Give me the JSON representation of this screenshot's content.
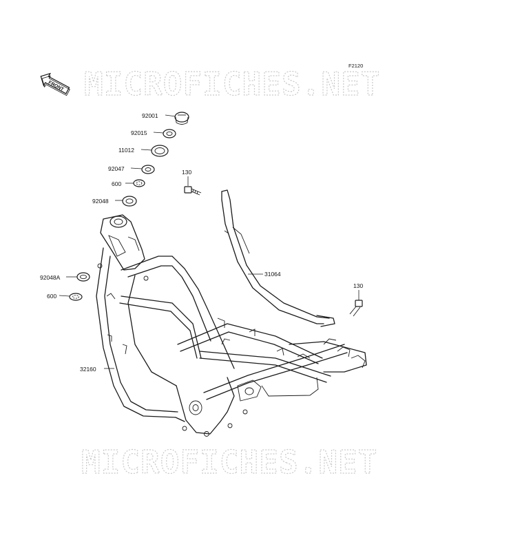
{
  "figure_code": "F2120",
  "front_label": "FRONT",
  "watermark": "MICROFICHES.NET",
  "callouts": [
    {
      "id": "c1",
      "text": "92001"
    },
    {
      "id": "c2",
      "text": "92015"
    },
    {
      "id": "c3",
      "text": "11012"
    },
    {
      "id": "c4",
      "text": "92047"
    },
    {
      "id": "c5",
      "text": "600"
    },
    {
      "id": "c6",
      "text": "92048"
    },
    {
      "id": "c7",
      "text": "130"
    },
    {
      "id": "c8",
      "text": "31064"
    },
    {
      "id": "c9",
      "text": "92048A"
    },
    {
      "id": "c10",
      "text": "600"
    },
    {
      "id": "c11",
      "text": "130"
    },
    {
      "id": "c12",
      "text": "32160"
    }
  ]
}
